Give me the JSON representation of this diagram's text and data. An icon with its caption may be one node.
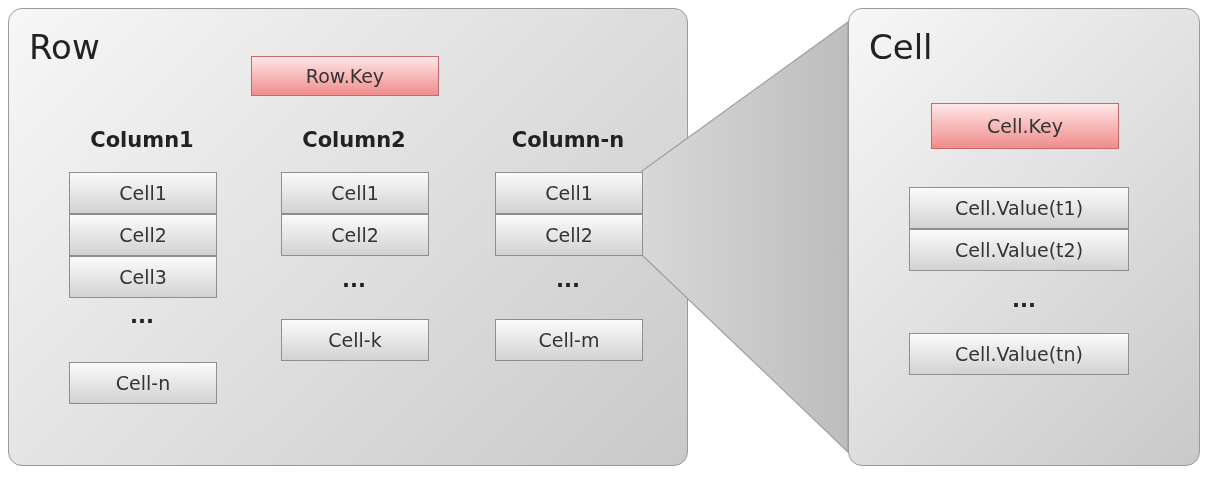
{
  "diagram": {
    "nodes": [
      {
        "text": [
          "Row"
        ]
      },
      {
        "text": [
          "Row.Key"
        ],
        "in": 0
      },
      {
        "text": [
          "Cell1"
        ],
        "in": 0
      },
      {
        "text": [
          "Cell2"
        ],
        "in": 0
      },
      {
        "text": [
          "Cell3"
        ],
        "in": 0
      },
      {
        "text": [
          "Cell-n"
        ],
        "in": 0
      },
      {
        "text": [
          "Cell1"
        ],
        "in": 0
      },
      {
        "text": [
          "Cell2"
        ],
        "in": 0
      },
      {
        "text": [
          "Cell-k"
        ],
        "in": 0
      },
      {
        "text": [
          "Cell1"
        ],
        "in": 0
      },
      {
        "text": [
          "Cell2"
        ],
        "in": 0
      },
      {
        "text": [
          "Cell-m"
        ],
        "in": 0
      },
      {
        "text": [
          "Cell"
        ]
      },
      {
        "text": [
          "Cell.Key"
        ],
        "in": 12
      },
      {
        "text": [
          "Cell.Value(t1)"
        ],
        "in": 12
      },
      {
        "text": [
          "Cell.Value(t2)"
        ],
        "in": 12
      },
      {
        "text": [
          "Cell.Value(tn)"
        ],
        "in": 12
      }
    ],
    "edges": [
      {
        "from": 9,
        "to": 12,
        "arrow": "none"
      }
    ],
    "labels": [
      "Column1",
      "Column2",
      "Column-n",
      "...",
      "...",
      "...",
      "..."
    ]
  }
}
